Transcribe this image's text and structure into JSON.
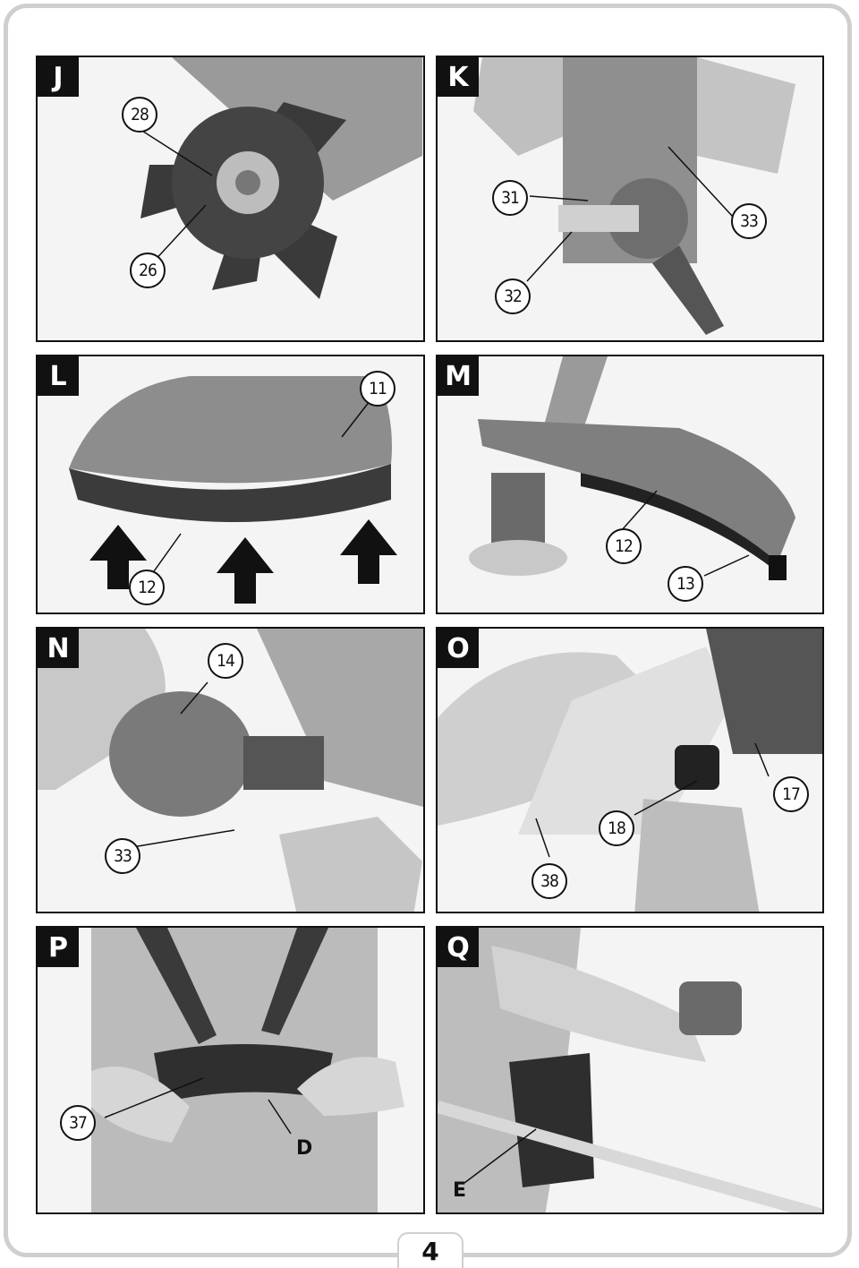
{
  "page_number": "4",
  "panels": {
    "J": {
      "label": "J",
      "callouts": [
        "28",
        "26"
      ]
    },
    "K": {
      "label": "K",
      "callouts": [
        "31",
        "33",
        "32"
      ]
    },
    "L": {
      "label": "L",
      "callouts": [
        "11",
        "12"
      ]
    },
    "M": {
      "label": "M",
      "callouts": [
        "12",
        "13"
      ]
    },
    "N": {
      "label": "N",
      "callouts": [
        "14",
        "33"
      ]
    },
    "O": {
      "label": "O",
      "callouts": [
        "17",
        "18",
        "38"
      ]
    },
    "P": {
      "label": "P",
      "callouts": [
        "37"
      ],
      "letters": [
        "D"
      ]
    },
    "Q": {
      "label": "Q",
      "letters": [
        "E"
      ]
    }
  },
  "colors": {
    "frame": "#cfcfcf",
    "label_bg": "#111111",
    "photo_gray": "#8a8a8a"
  }
}
